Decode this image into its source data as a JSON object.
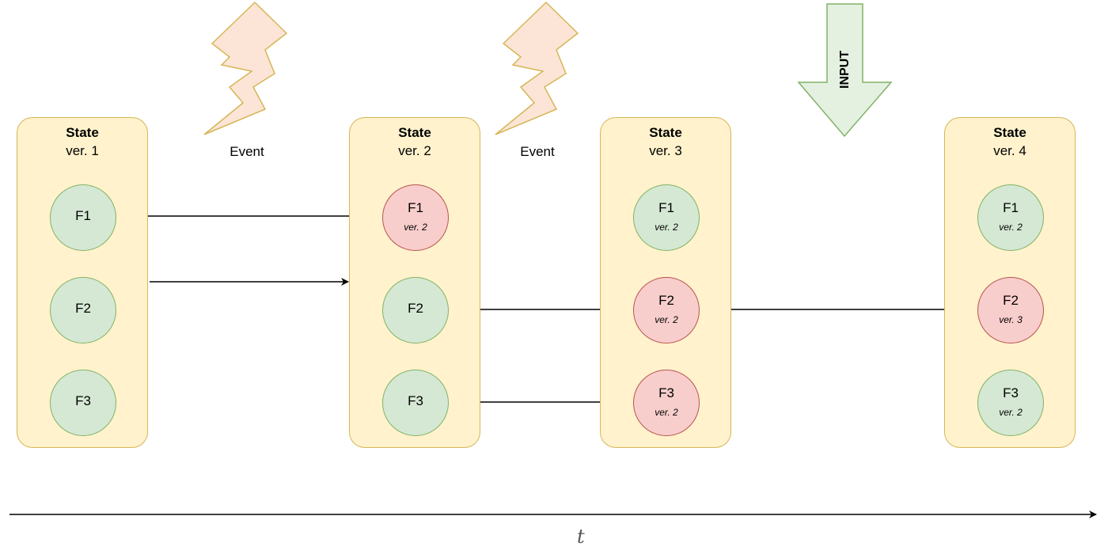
{
  "states": [
    {
      "title": "State",
      "version": "ver. 1",
      "fields": [
        {
          "name": "F1",
          "version": "",
          "color": "green"
        },
        {
          "name": "F2",
          "version": "",
          "color": "green"
        },
        {
          "name": "F3",
          "version": "",
          "color": "green"
        }
      ]
    },
    {
      "title": "State",
      "version": "ver. 2",
      "fields": [
        {
          "name": "F1",
          "version": "ver. 2",
          "color": "red"
        },
        {
          "name": "F2",
          "version": "",
          "color": "green"
        },
        {
          "name": "F3",
          "version": "",
          "color": "green"
        }
      ]
    },
    {
      "title": "State",
      "version": "ver. 3",
      "fields": [
        {
          "name": "F1",
          "version": "ver. 2",
          "color": "green"
        },
        {
          "name": "F2",
          "version": "ver. 2",
          "color": "red"
        },
        {
          "name": "F3",
          "version": "ver. 2",
          "color": "red"
        }
      ]
    },
    {
      "title": "State",
      "version": "ver. 4",
      "fields": [
        {
          "name": "F1",
          "version": "ver. 2",
          "color": "green"
        },
        {
          "name": "F2",
          "version": "ver. 3",
          "color": "red"
        },
        {
          "name": "F3",
          "version": "ver. 2",
          "color": "green"
        }
      ]
    }
  ],
  "events": [
    {
      "label": "Event"
    },
    {
      "label": "Event"
    }
  ],
  "input": {
    "label": "INPUT"
  },
  "time_axis": {
    "label": "t"
  },
  "colors": {
    "state_fill": "#fff2cc",
    "state_stroke": "#d6b656",
    "field_green_fill": "#d5e8d4",
    "field_green_stroke": "#82b366",
    "field_red_fill": "#f8cecc",
    "field_red_stroke": "#b85450",
    "lightning_fill": "#fce4d6",
    "lightning_stroke": "#d6b656",
    "input_arrow_fill": "#e4f1e1",
    "input_arrow_stroke": "#82b366"
  }
}
